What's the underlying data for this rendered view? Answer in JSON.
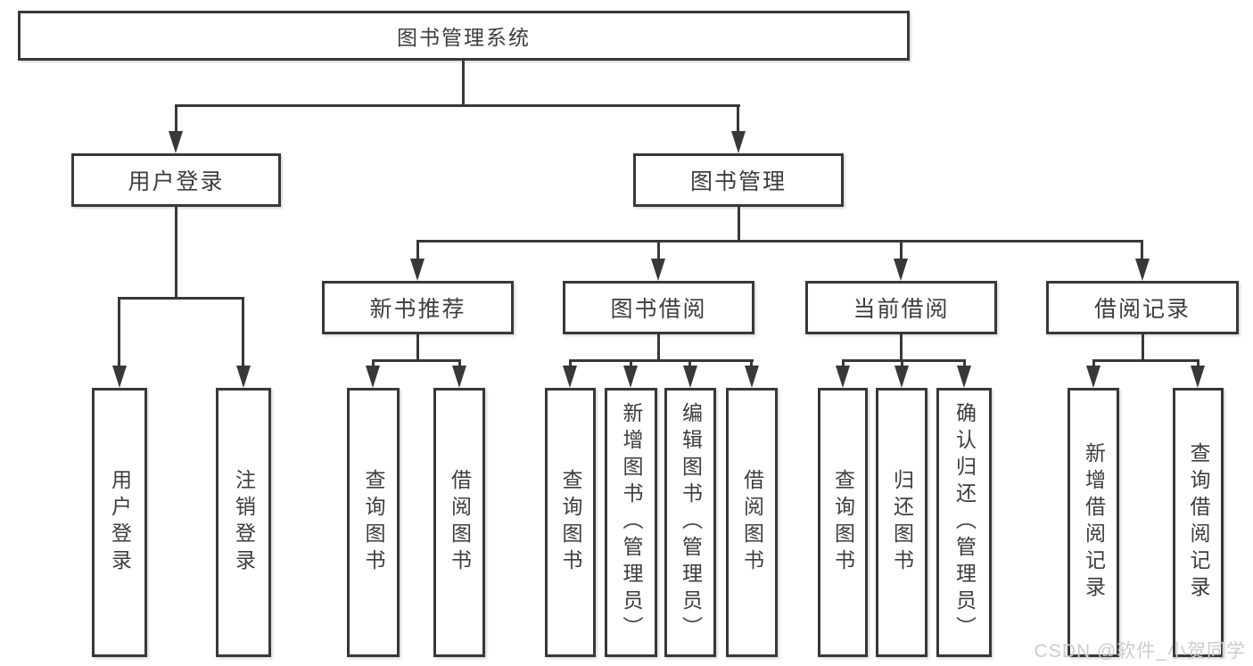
{
  "tree": {
    "label": "图书管理系统",
    "children": [
      {
        "label": "用户登录",
        "children": [
          {
            "label": "用户登录"
          },
          {
            "label": "注销登录"
          }
        ]
      },
      {
        "label": "图书管理",
        "children": [
          {
            "label": "新书推荐",
            "children": [
              {
                "label": "查询图书"
              },
              {
                "label": "借阅图书"
              }
            ]
          },
          {
            "label": "图书借阅",
            "children": [
              {
                "label": "查询图书"
              },
              {
                "label": "新增图书（管理员）"
              },
              {
                "label": "编辑图书（管理员）"
              },
              {
                "label": "借阅图书"
              }
            ]
          },
          {
            "label": "当前借阅",
            "children": [
              {
                "label": "查询图书"
              },
              {
                "label": "归还图书"
              },
              {
                "label": "确认归还（管理员）"
              }
            ]
          },
          {
            "label": "借阅记录",
            "children": [
              {
                "label": "新增借阅记录"
              },
              {
                "label": "查询借阅记录"
              }
            ]
          }
        ]
      }
    ]
  },
  "watermark": {
    "text": "CSDN @软件_小贺同学"
  },
  "colors": {
    "line": "#383838",
    "box_border": "#383838",
    "text": "#3d3d3d",
    "watermark": "#cccccc",
    "background": "#ffffff"
  }
}
